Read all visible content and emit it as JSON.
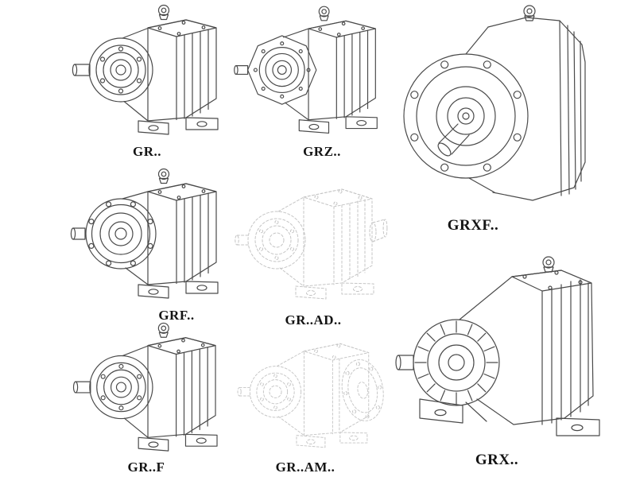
{
  "colors": {
    "background": "#ffffff",
    "line": "#4a4a4a",
    "phantom_line": "#c5c5c5",
    "label_text": "#141414"
  },
  "items": [
    {
      "label": "GR..",
      "drawing": "foot-mounted-helical-gear-unit",
      "style": "solid"
    },
    {
      "label": "GRZ..",
      "drawing": "foot-mounted-gear-unit-variant-z",
      "style": "solid"
    },
    {
      "label": "GRXF..",
      "drawing": "flange-mounted-gear-unit-front-view",
      "style": "solid"
    },
    {
      "label": "GRF..",
      "drawing": "flange-gear-unit",
      "style": "solid"
    },
    {
      "label": "GR..AD..",
      "drawing": "gear-unit-with-input-shaft-adapter",
      "style": "phantom"
    },
    {
      "label": "GR..F",
      "drawing": "foot-flange-gear-unit",
      "style": "solid"
    },
    {
      "label": "GR..AM..",
      "drawing": "gear-unit-with-motor-adapter-flange",
      "style": "phantom"
    },
    {
      "label": "GRX..",
      "drawing": "large-foot-mounted-gear-unit",
      "style": "solid"
    }
  ]
}
